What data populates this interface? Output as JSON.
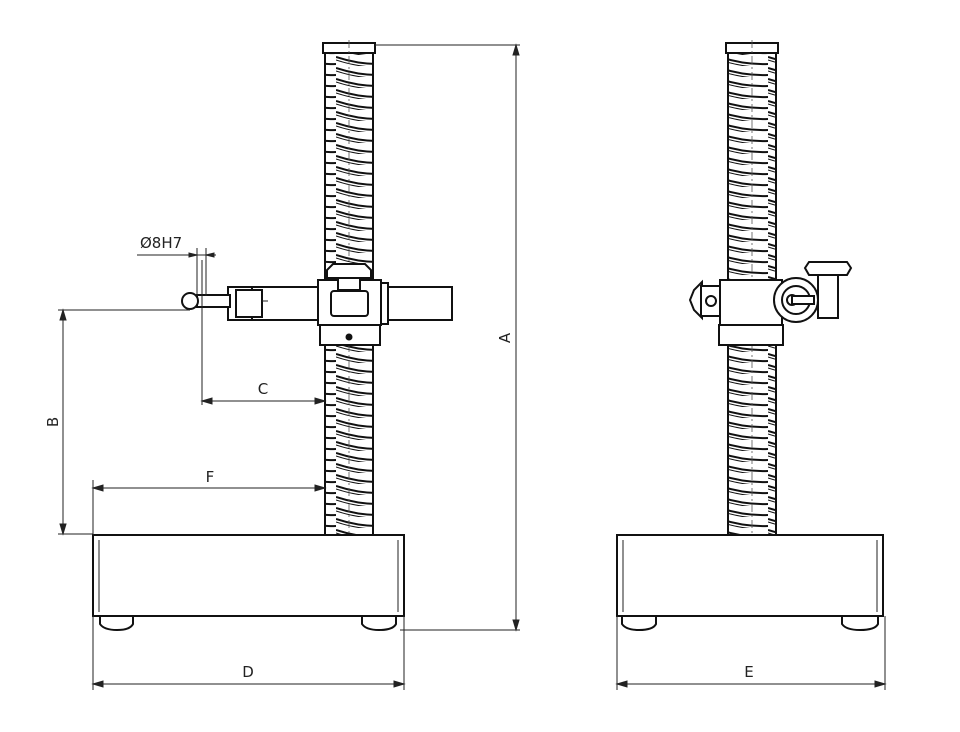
{
  "title": "Height gauge stand dimension drawing",
  "labels": {
    "bore": "Ø8H7",
    "A": "A",
    "B": "B",
    "C": "C",
    "D": "D",
    "E": "E",
    "F": "F"
  },
  "colors": {
    "line": "#111111",
    "background": "#ffffff"
  }
}
